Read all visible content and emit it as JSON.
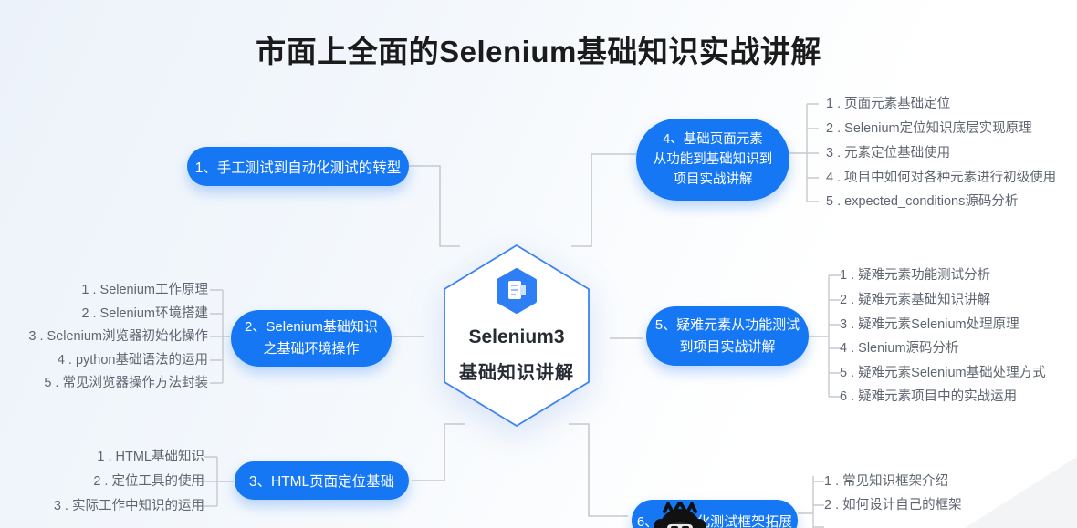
{
  "title": "市面上全面的Selenium基础知识实战讲解",
  "center": {
    "title": "Selenium3",
    "subtitle": "基础知识讲解",
    "icon": "document-icon"
  },
  "colors": {
    "pill_blue": "#1677f5",
    "hex_border": "#3b82f6",
    "badge_blue": "#2e7ef5",
    "connector_gray": "#c7c9cd",
    "item_text_gray": "#5f6570",
    "title_black": "#1b1b1b"
  },
  "branches": [
    {
      "label_lines": [
        "1、手工测试到自动化测试的转型"
      ],
      "items": []
    },
    {
      "label_lines": [
        "2、Selenium基础知识",
        "之基础环境操作"
      ],
      "items": [
        "1 . Selenium工作原理",
        "2 . Selenium环境搭建",
        "3 . Selenium浏览器初始化操作",
        "4 . python基础语法的运用",
        "5 . 常见浏览器操作方法封装"
      ]
    },
    {
      "label_lines": [
        "3、HTML页面定位基础"
      ],
      "items": [
        "1 . HTML基础知识",
        "2 . 定位工具的使用",
        "3 . 实际工作中知识的运用"
      ]
    },
    {
      "label_lines": [
        "4、基础页面元素",
        "从功能到基础知识到",
        "项目实战讲解"
      ],
      "items": [
        "1 . 页面元素基础定位",
        "2 . Selenium定位知识底层实现原理",
        "3 . 元素定位基础使用",
        "4 . 项目中如何对各种元素进行初级使用",
        "5 . expected_conditions源码分析"
      ]
    },
    {
      "label_lines": [
        "5、疑难元素从功能测试",
        "到项目实战讲解"
      ],
      "items": [
        "1 . 疑难元素功能测试分析",
        "2 . 疑难元素基础知识讲解",
        "3 . 疑难元素Selenium处理原理",
        "4 . Slenium源码分析",
        "5 . 疑难元素Selenium基础处理方式",
        "6 . 疑难元素项目中的实战运用"
      ]
    },
    {
      "label_prefix": "6、",
      "label_suffix": "化测试框架拓展",
      "items": [
        "1 . 常见知识框架介绍",
        "2 . 如何设计自己的框架"
      ]
    }
  ]
}
